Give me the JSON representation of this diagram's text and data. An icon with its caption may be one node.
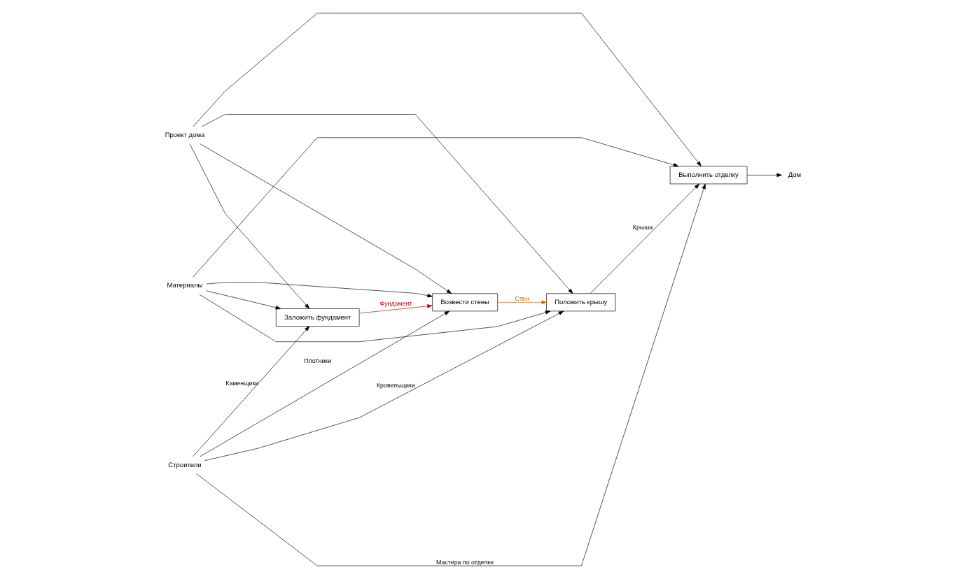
{
  "diagram": {
    "nodes": [
      {
        "text": [
          "Материалы"
        ]
      },
      {
        "text": [
          "Проект дома"
        ]
      },
      {
        "text": [
          "Заложить фундамент"
        ]
      },
      {
        "text": [
          "Возвести стены"
        ]
      },
      {
        "text": [
          "Положить крышу"
        ]
      },
      {
        "text": [
          "Выполнить отделку"
        ]
      },
      {
        "text": [
          "Строители"
        ]
      },
      {
        "text": [
          "Дом"
        ]
      }
    ],
    "edges": [
      {
        "from": 0,
        "to": 2,
        "arrow": "to"
      },
      {
        "from": 0,
        "to": 3,
        "arrow": "to"
      },
      {
        "from": 0,
        "to": 4,
        "arrow": "to"
      },
      {
        "from": 0,
        "to": 5,
        "arrow": "to"
      },
      {
        "from": 1,
        "to": 2,
        "arrow": "to"
      },
      {
        "from": 1,
        "to": 3,
        "arrow": "to"
      },
      {
        "from": 1,
        "to": 4,
        "arrow": "to"
      },
      {
        "from": 1,
        "to": 5,
        "arrow": "to"
      },
      {
        "from": 2,
        "to": 3,
        "arrow": "to",
        "label": "Фундамент",
        "color": "#cc0000"
      },
      {
        "from": 3,
        "to": 4,
        "arrow": "to",
        "label": "Стен",
        "color": "#cc6600"
      },
      {
        "from": 4,
        "to": 5,
        "arrow": "to",
        "label": "Крыша"
      },
      {
        "from": 5,
        "to": 7,
        "arrow": "to"
      },
      {
        "from": 6,
        "to": 2,
        "arrow": "to",
        "label": "Каменщики"
      },
      {
        "from": 6,
        "to": 3,
        "arrow": "to",
        "label": "Плотники"
      },
      {
        "from": 6,
        "to": 4,
        "arrow": "to",
        "label": "Кровельщики"
      },
      {
        "from": 6,
        "to": 5,
        "arrow": "to",
        "label": "Мастера по отделке"
      }
    ]
  }
}
